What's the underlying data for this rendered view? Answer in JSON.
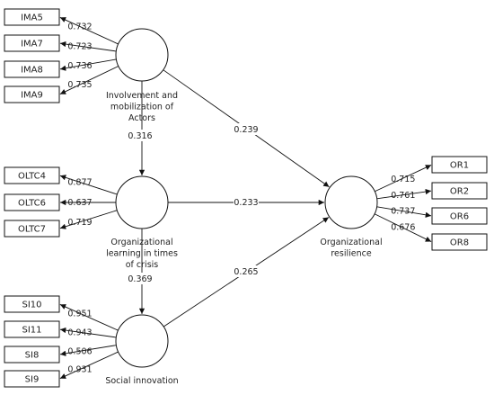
{
  "constructs": [
    {
      "id": "ima",
      "label_lines": [
        "Involvement and",
        "mobilization of",
        "Actors"
      ]
    },
    {
      "id": "oltc",
      "label_lines": [
        "Organizational",
        "learning in times",
        "of crisis"
      ]
    },
    {
      "id": "si",
      "label_lines": [
        "Social innovation"
      ]
    },
    {
      "id": "or",
      "label_lines": [
        "Organizational",
        "resilience"
      ]
    }
  ],
  "indicators": [
    {
      "id": "ima5",
      "construct": "ima",
      "label": "IMA5",
      "loading": "0.732"
    },
    {
      "id": "ima7",
      "construct": "ima",
      "label": "IMA7",
      "loading": "0.723"
    },
    {
      "id": "ima8",
      "construct": "ima",
      "label": "IMA8",
      "loading": "0.736"
    },
    {
      "id": "ima9",
      "construct": "ima",
      "label": "IMA9",
      "loading": "0.735"
    },
    {
      "id": "oltc4",
      "construct": "oltc",
      "label": "OLTC4",
      "loading": "0.877"
    },
    {
      "id": "oltc6",
      "construct": "oltc",
      "label": "OLTC6",
      "loading": "0.637"
    },
    {
      "id": "oltc7",
      "construct": "oltc",
      "label": "OLTC7",
      "loading": "0.719"
    },
    {
      "id": "si10",
      "construct": "si",
      "label": "SI10",
      "loading": "0.951"
    },
    {
      "id": "si11",
      "construct": "si",
      "label": "SI11",
      "loading": "0.943"
    },
    {
      "id": "si8",
      "construct": "si",
      "label": "SI8",
      "loading": "0.506"
    },
    {
      "id": "si9",
      "construct": "si",
      "label": "SI9",
      "loading": "0.931"
    },
    {
      "id": "or1",
      "construct": "or",
      "label": "OR1",
      "loading": "0.715"
    },
    {
      "id": "or2",
      "construct": "or",
      "label": "OR2",
      "loading": "0.761"
    },
    {
      "id": "or6",
      "construct": "or",
      "label": "OR6",
      "loading": "0.737"
    },
    {
      "id": "or8",
      "construct": "or",
      "label": "OR8",
      "loading": "0.676"
    }
  ],
  "paths": [
    {
      "from": "ima",
      "to": "oltc",
      "coefficient": "0.316"
    },
    {
      "from": "ima",
      "to": "or",
      "coefficient": "0.239"
    },
    {
      "from": "oltc",
      "to": "or",
      "coefficient": "0.233"
    },
    {
      "from": "oltc",
      "to": "si",
      "coefficient": "0.369"
    },
    {
      "from": "si",
      "to": "or",
      "coefficient": "0.265"
    }
  ]
}
